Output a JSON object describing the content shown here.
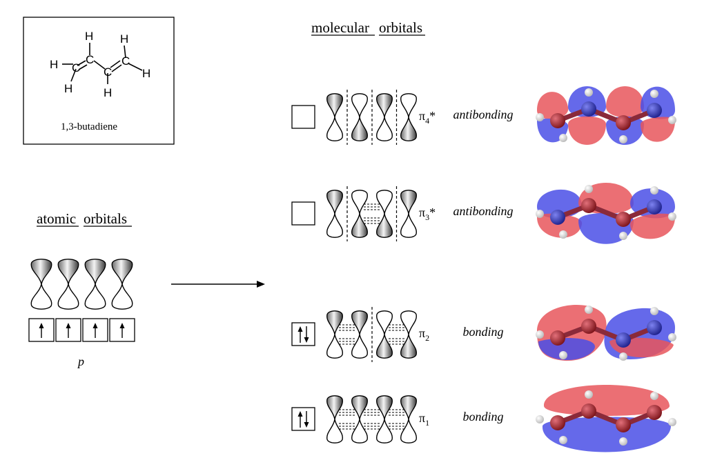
{
  "molecule": {
    "atom_c": "C",
    "atom_h": "H",
    "name": "1,3-butadiene"
  },
  "headings": {
    "molecular_word1": "molecular",
    "molecular_word2": "orbitals",
    "atomic_word1": "atomic",
    "atomic_word2": "orbitals"
  },
  "atomic": {
    "orbital_label": "p",
    "count": 4
  },
  "molecular_orbitals": [
    {
      "symbol": "π",
      "sub": "4",
      "star": "*",
      "type": "antibonding",
      "occupied": false
    },
    {
      "symbol": "π",
      "sub": "3",
      "star": "*",
      "type": "antibonding",
      "occupied": false
    },
    {
      "symbol": "π",
      "sub": "2",
      "star": "",
      "type": "bonding",
      "occupied": true
    },
    {
      "symbol": "π",
      "sub": "1",
      "star": "",
      "type": "bonding",
      "occupied": true
    }
  ],
  "colors": {
    "positive_lobe": "#e8565c",
    "negative_lobe": "#4a4fe6",
    "carbon_atom": "#b0242c",
    "nitrogen_like_atom": "#2a2fb8",
    "hydrogen_atom": "#f2f2f2"
  }
}
